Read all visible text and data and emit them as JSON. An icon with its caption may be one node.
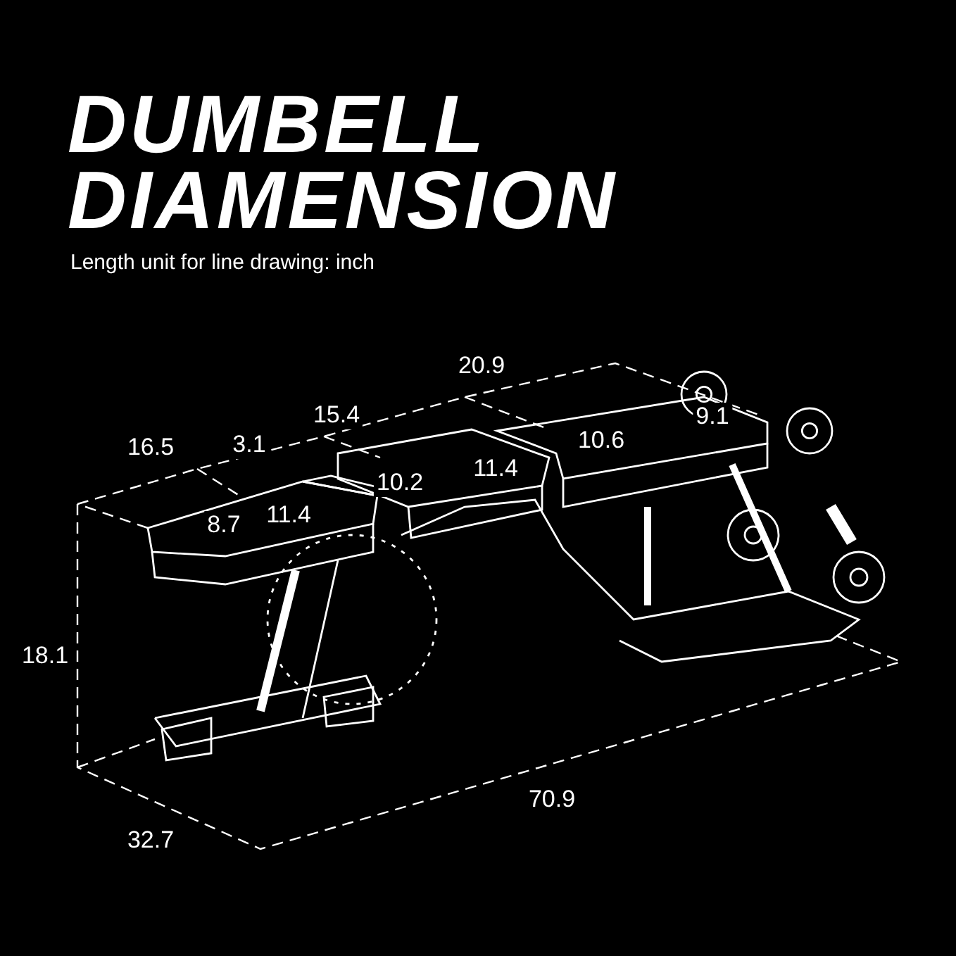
{
  "diagram": {
    "title": "DUMBELL DIAMENSION",
    "labels": [
      "Length unit for line drawing: inch",
      "20.9",
      "15.4",
      "9.1",
      "16.5",
      "3.1",
      "11.4",
      "10.6",
      "10.2",
      "11.4",
      "8.7",
      "18.1",
      "70.9",
      "32.7"
    ]
  }
}
